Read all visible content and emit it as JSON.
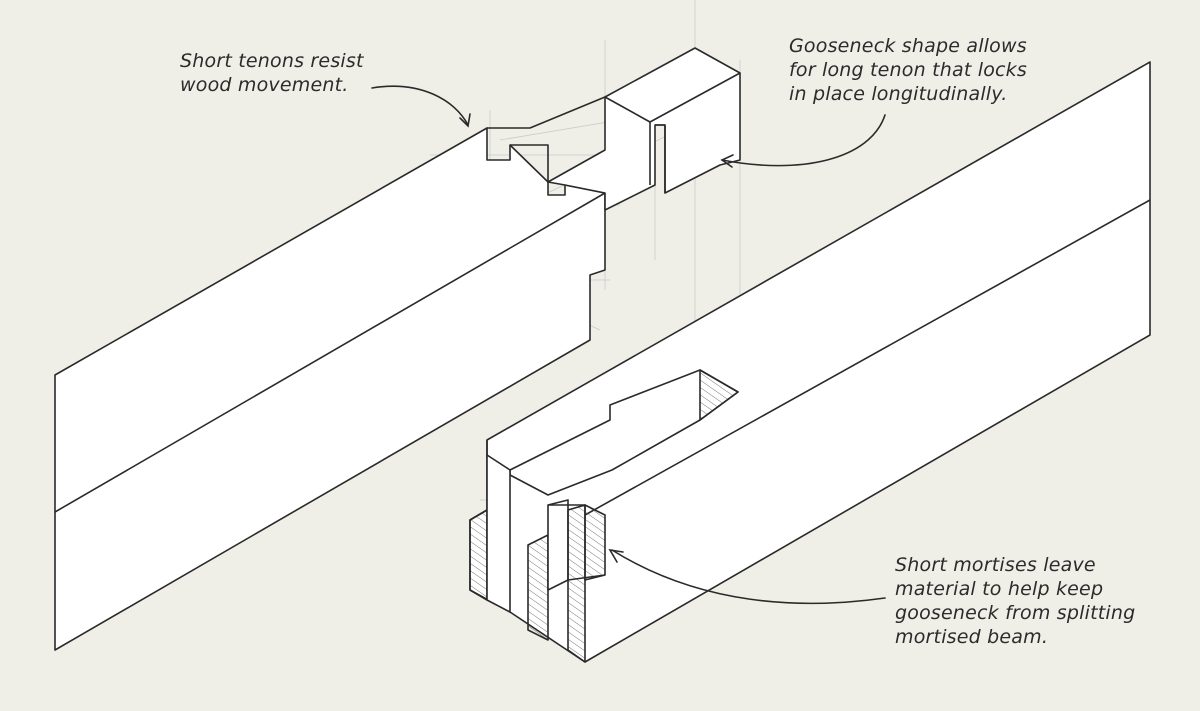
{
  "annotations": {
    "short_tenons": "Short tenons resist\nwood movement.",
    "gooseneck": "Gooseneck shape allows\nfor long tenon that locks\nin place longitudinally.",
    "short_mortises": "Short mortises leave\nmaterial to help keep\ngooseneck from splitting\nmortised beam."
  },
  "colors": {
    "background": "#efefe8",
    "beam_face": "#ffffff",
    "ink": "#2a2a2a",
    "construction_lines": "#c9c9c9"
  }
}
